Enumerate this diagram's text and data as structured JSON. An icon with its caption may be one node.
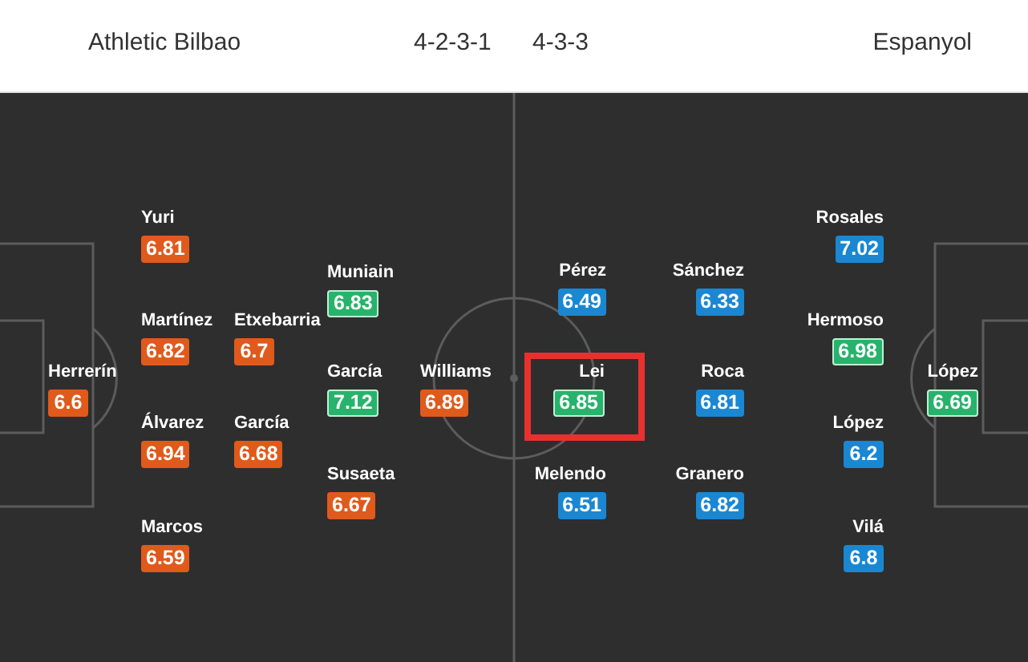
{
  "diagram": {
    "nodes": [
      {
        "text": [
          "Herrerín",
          "6.6"
        ]
      },
      {
        "text": [
          "Yuri",
          "6.81"
        ]
      },
      {
        "text": [
          "Martínez",
          "6.82"
        ]
      },
      {
        "text": [
          "Álvarez",
          "6.94"
        ]
      },
      {
        "text": [
          "Marcos",
          "6.59"
        ]
      },
      {
        "text": [
          "Etxebarria",
          "6.7"
        ]
      },
      {
        "text": [
          "García",
          "6.68"
        ]
      },
      {
        "text": [
          "Muniain",
          "6.83"
        ]
      },
      {
        "text": [
          "García",
          "7.12"
        ]
      },
      {
        "text": [
          "Susaeta",
          "6.67"
        ]
      },
      {
        "text": [
          "Williams",
          "6.89"
        ]
      },
      {
        "text": [
          "Pérez",
          "6.49"
        ]
      },
      {
        "text": [
          "Lei",
          "6.85"
        ]
      },
      {
        "text": [
          "Melendo",
          "6.51"
        ]
      },
      {
        "text": [
          "Sánchez",
          "6.33"
        ]
      },
      {
        "text": [
          "Roca",
          "6.81"
        ]
      },
      {
        "text": [
          "Granero",
          "6.82"
        ]
      },
      {
        "text": [
          "Rosales",
          "7.02"
        ]
      },
      {
        "text": [
          "Hermoso",
          "6.98"
        ]
      },
      {
        "text": [
          "López",
          "6.2"
        ]
      },
      {
        "text": [
          "Vilá",
          "6.8"
        ]
      },
      {
        "text": [
          "López",
          "6.69"
        ]
      }
    ],
    "labels": [
      "Athletic Bilbao",
      "4-2-3-1",
      "4-3-3",
      "Espanyol"
    ]
  }
}
